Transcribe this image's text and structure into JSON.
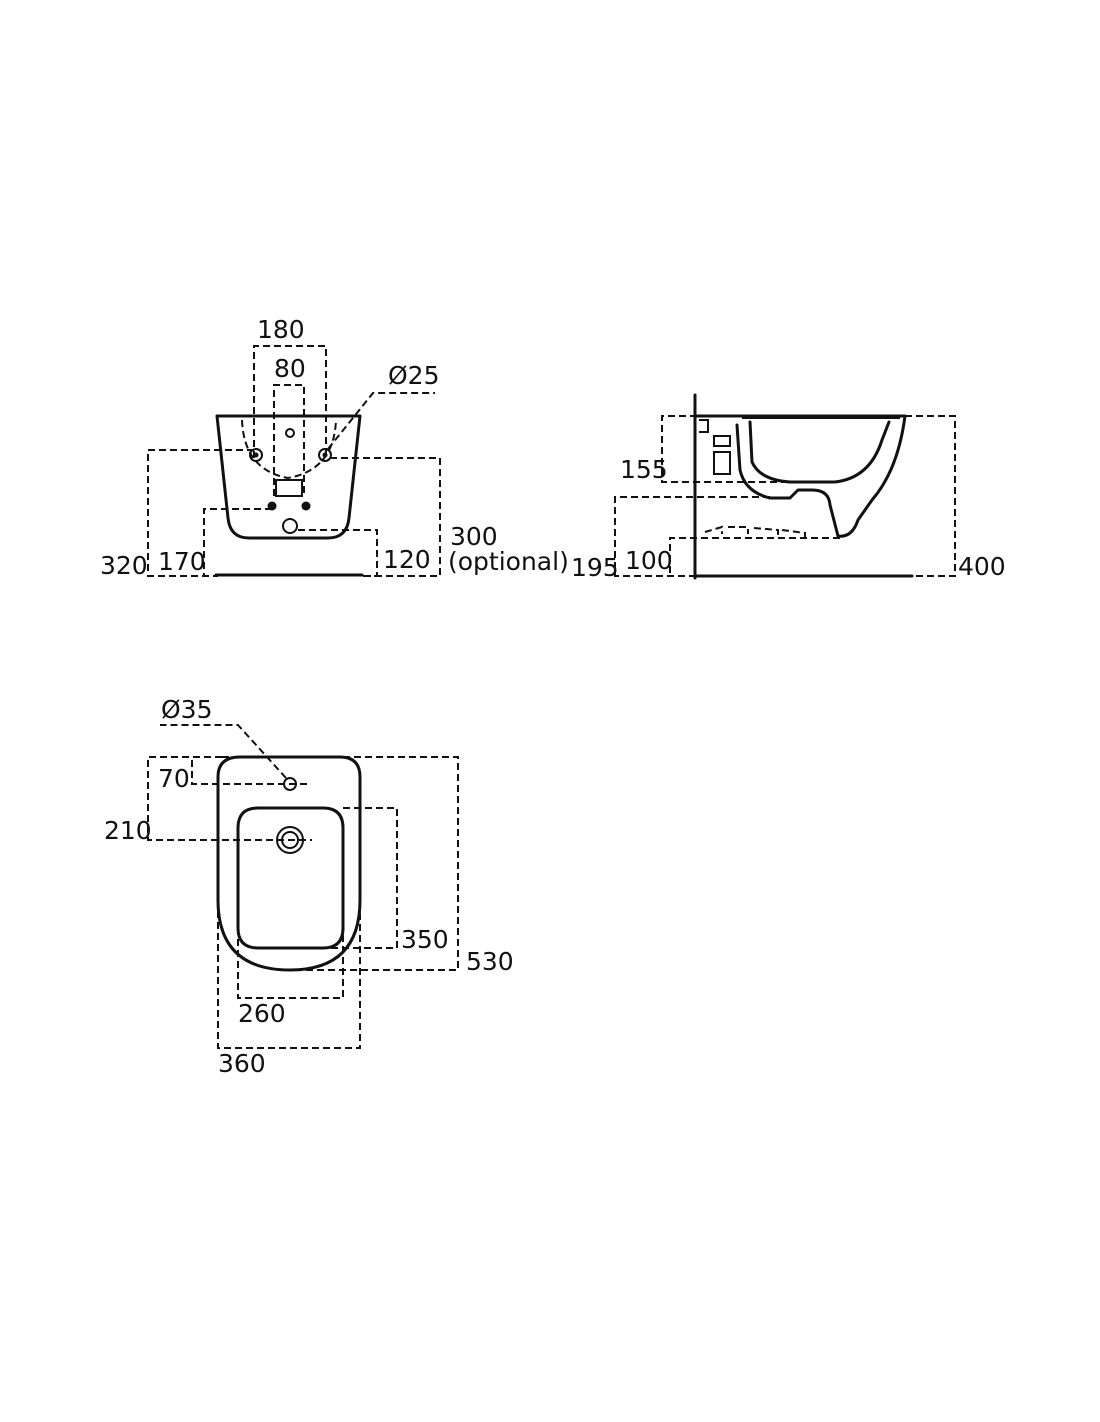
{
  "front_view": {
    "dim_width_180": "180",
    "dim_width_80": "80",
    "dim_hole_dia": "Ø25",
    "dim_height_320": "320",
    "dim_height_170": "170",
    "dim_height_120": "120",
    "dim_height_300": "300",
    "dim_optional": "(optional)"
  },
  "side_view": {
    "dim_155": "155",
    "dim_195": "195",
    "dim_100": "100",
    "dim_400": "400"
  },
  "top_view": {
    "dim_tap_hole_dia": "Ø35",
    "dim_70": "70",
    "dim_210": "210",
    "dim_350": "350",
    "dim_530": "530",
    "dim_260": "260",
    "dim_360": "360"
  }
}
